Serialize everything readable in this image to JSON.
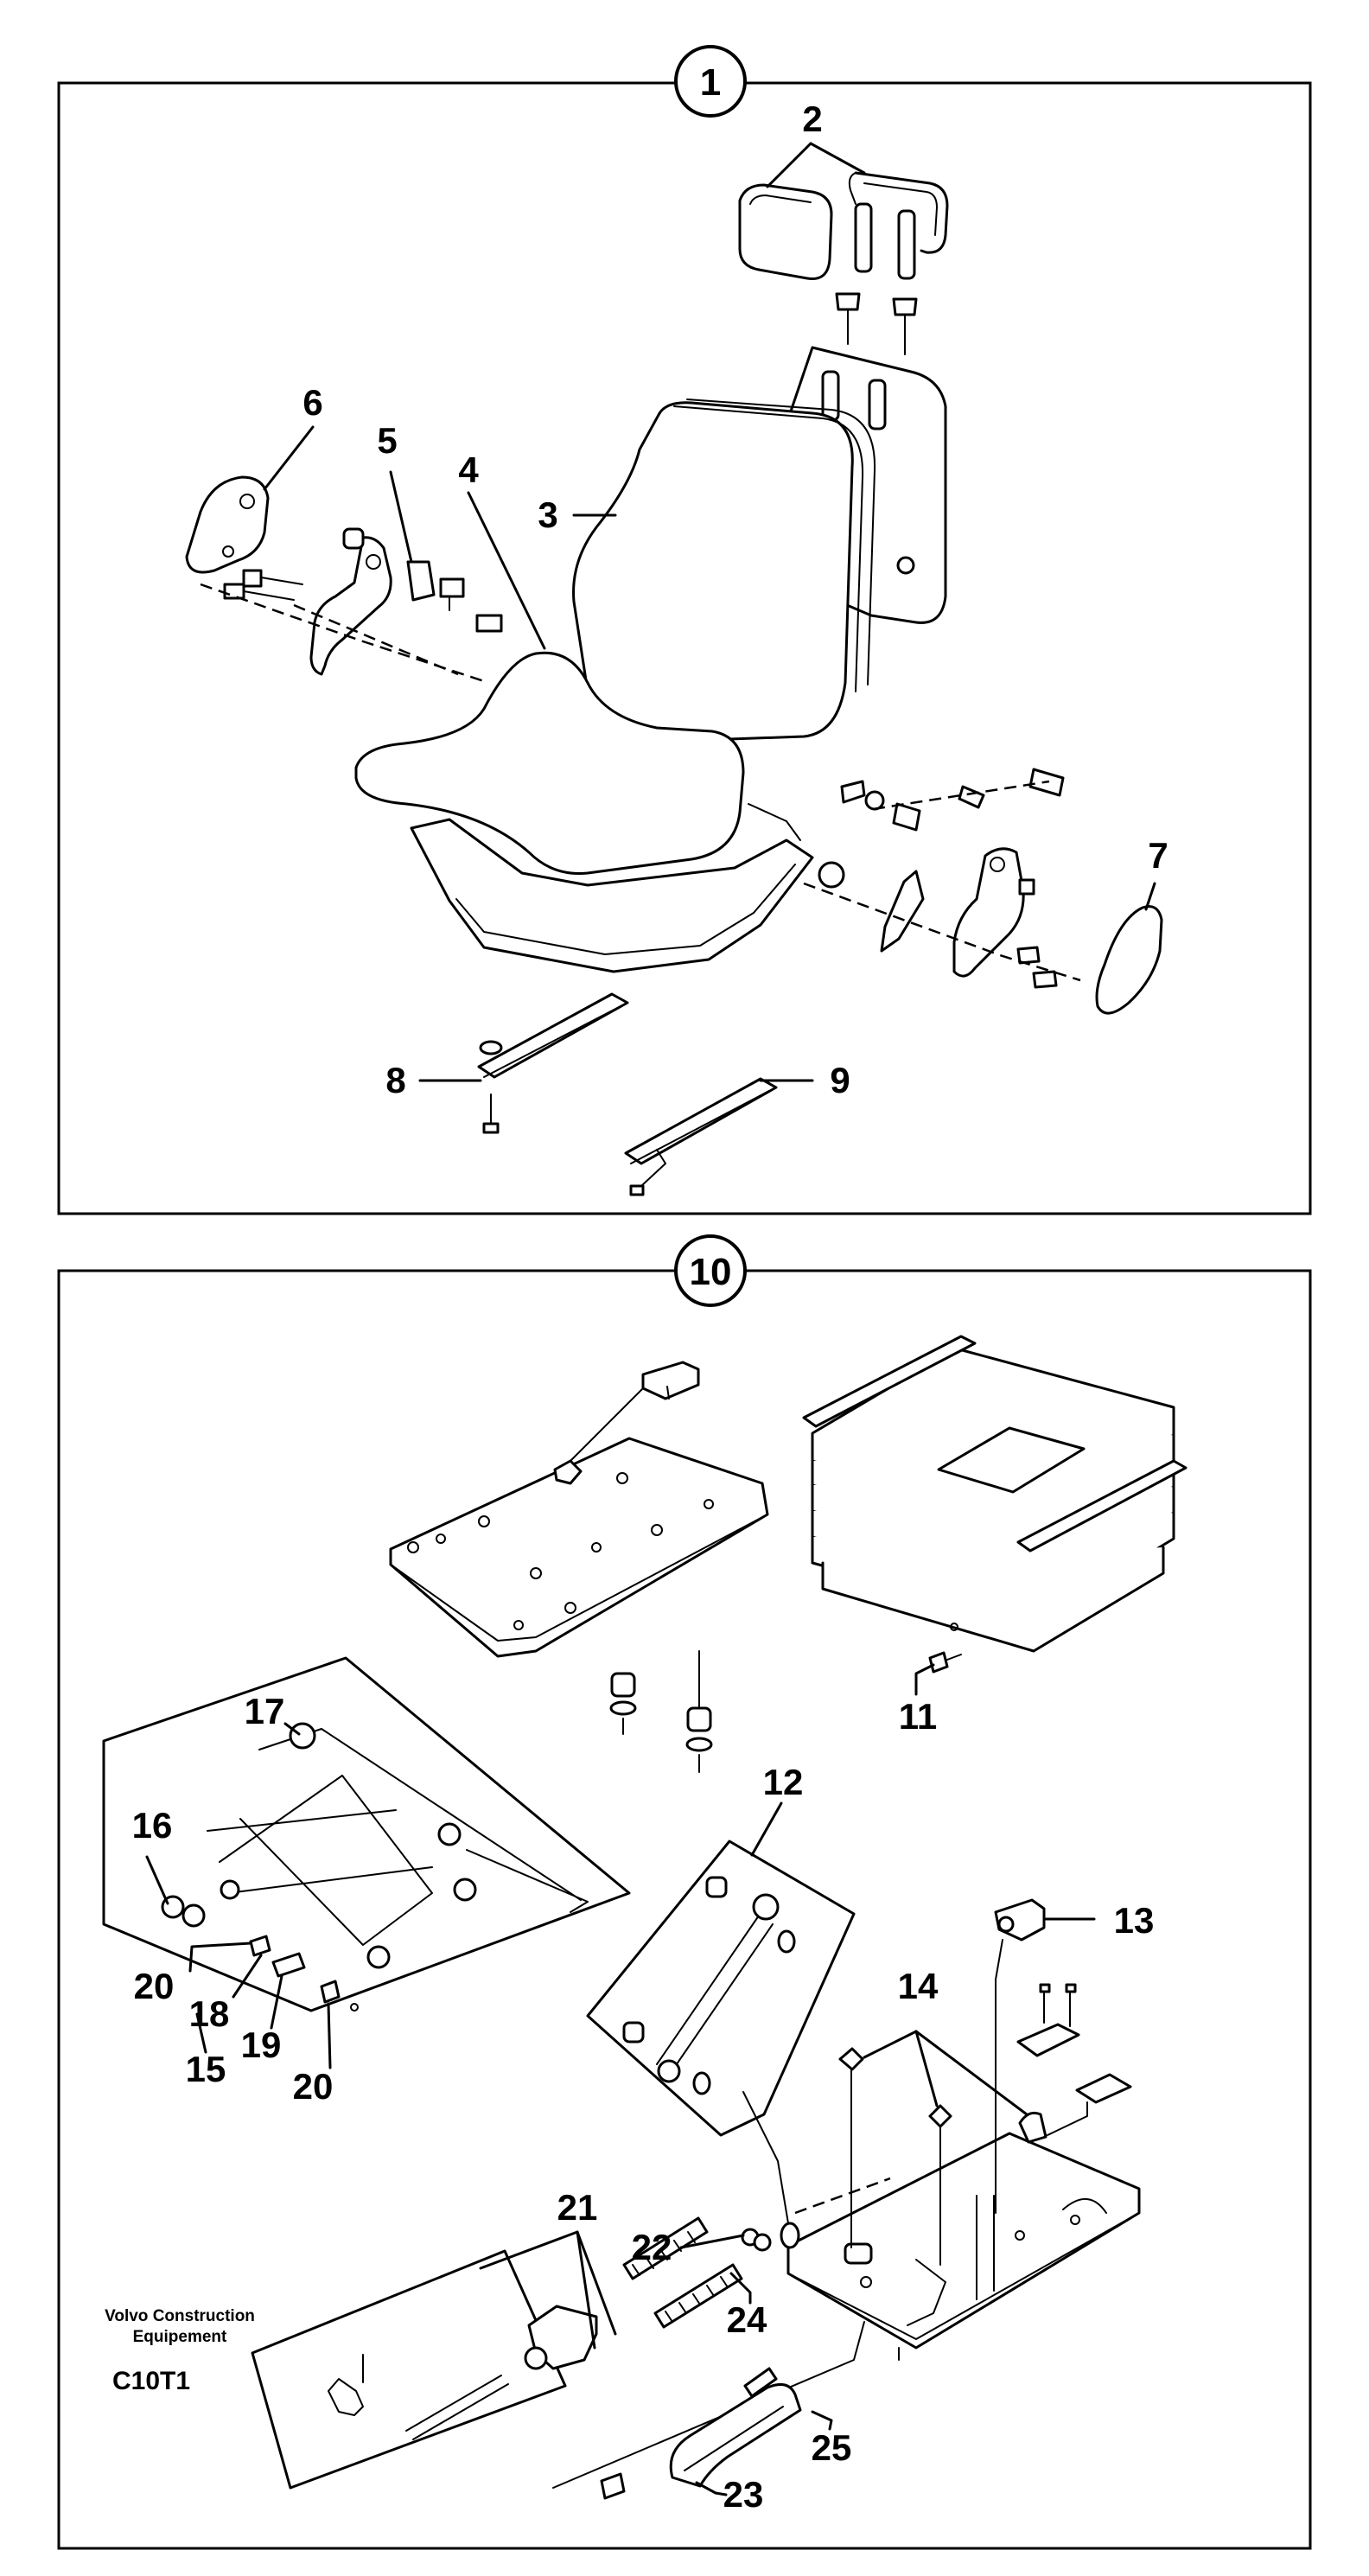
{
  "sections": [
    {
      "id": "seat-assembly",
      "number": "1",
      "callouts": [
        "2",
        "3",
        "4",
        "5",
        "6",
        "7",
        "8",
        "9"
      ]
    },
    {
      "id": "suspension-assembly",
      "number": "10",
      "callouts": [
        "11",
        "12",
        "13",
        "14",
        "15",
        "16",
        "17",
        "18",
        "19",
        "20",
        "20",
        "21",
        "22",
        "23",
        "24",
        "25"
      ]
    }
  ],
  "footer": {
    "manufacturer": "Volvo Construction\nEquipement",
    "drawing_code": "C10T1"
  }
}
